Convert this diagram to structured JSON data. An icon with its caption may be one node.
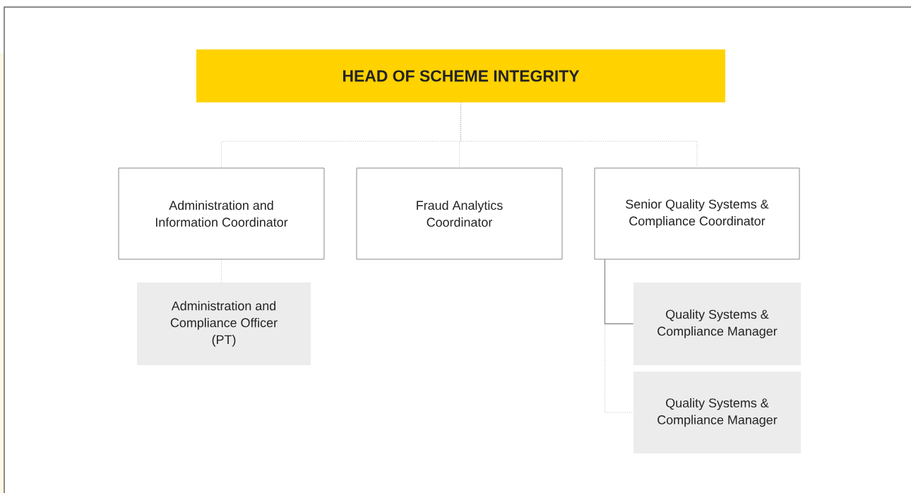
{
  "diagram": {
    "nodes": [
      {
        "text": [
          "HEAD OF SCHEME INTEGRITY"
        ]
      },
      {
        "text": [
          "Administration and Information Coordinator"
        ]
      },
      {
        "text": [
          "Fraud Analytics Coordinator"
        ]
      },
      {
        "text": [
          "Senior Quality Systems & Compliance Coordinator"
        ]
      },
      {
        "text": [
          "Administration and Compliance Officer (PT)"
        ]
      },
      {
        "text": [
          "Quality Systems & Compliance Manager"
        ]
      },
      {
        "text": [
          "Quality Systems & Compliance Manager"
        ]
      }
    ],
    "edges": [
      {
        "from": 0,
        "to": 1,
        "arrow": "none",
        "style": "dashed"
      },
      {
        "from": 0,
        "to": 2,
        "arrow": "none",
        "style": "dashed"
      },
      {
        "from": 0,
        "to": 3,
        "arrow": "none",
        "style": "dashed"
      },
      {
        "from": 1,
        "to": 4,
        "arrow": "none",
        "style": "dashed"
      },
      {
        "from": 3,
        "to": 5,
        "arrow": "none",
        "color": "#444444"
      },
      {
        "from": 3,
        "to": 6,
        "arrow": "none",
        "style": "dashed"
      }
    ]
  }
}
